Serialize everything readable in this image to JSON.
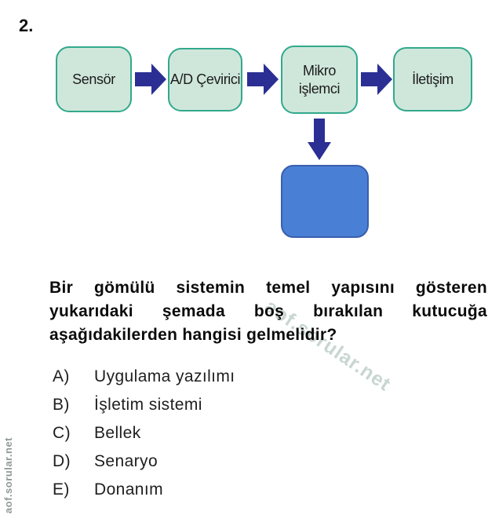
{
  "question_number": "2.",
  "diagram": {
    "flow_boxes": [
      {
        "label": "Sensör"
      },
      {
        "label": "A/D Çevirici"
      },
      {
        "label": "Mikro\nişlemci"
      },
      {
        "label": "İletişim"
      }
    ],
    "empty_box_label": "",
    "colors": {
      "box_fill": "#cfe7db",
      "box_border": "#32a98c",
      "arrow": "#2b2f94",
      "empty_box_fill": "#4a7fd6",
      "empty_box_border": "#3a5fae"
    }
  },
  "question": {
    "lines": [
      "Bir gömülü sistemin temel yapısını gösteren",
      "yukarıdaki şemada boş bırakılan kutucuğa",
      "aşağıdakilerden hangisi gelmelidir?"
    ]
  },
  "options": [
    {
      "letter": "A)",
      "text": "Uygulama yazılımı"
    },
    {
      "letter": "B)",
      "text": "İşletim sistemi"
    },
    {
      "letter": "C)",
      "text": "Bellek"
    },
    {
      "letter": "D)",
      "text": "Senaryo"
    },
    {
      "letter": "E)",
      "text": "Donanım"
    }
  ],
  "watermarks": {
    "diagonal": "aof.sorular.net",
    "vertical": "aof.sorular.net"
  }
}
